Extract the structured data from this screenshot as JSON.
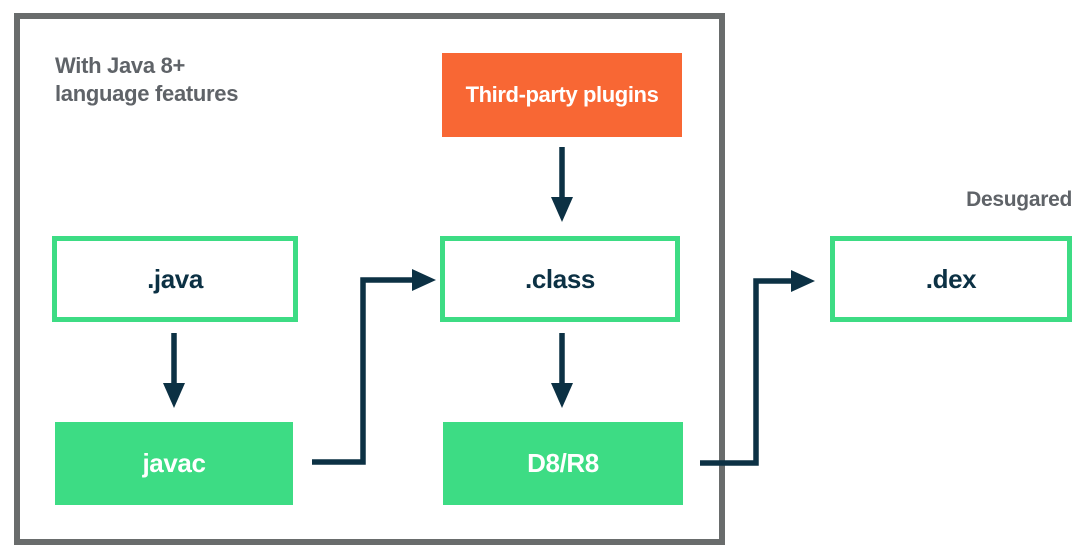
{
  "colors": {
    "android_green": "#3DDC84",
    "android_navy": "#0C3144",
    "android_orange": "#F86734",
    "frame_gray": "#696C6C",
    "label_gray": "#5F6368"
  },
  "annotations": {
    "note_line1": "With Java 8+",
    "note_line2": "language features",
    "desugared": "Desugared"
  },
  "nodes": {
    "third_party": {
      "label": "Third-party plugins",
      "type": "plugin"
    },
    "java": {
      "label": ".java",
      "type": "file"
    },
    "javac": {
      "label": "javac",
      "type": "tool"
    },
    "class": {
      "label": ".class",
      "type": "file"
    },
    "d8r8": {
      "label": "D8/R8",
      "type": "tool"
    },
    "dex": {
      "label": ".dex",
      "type": "file"
    }
  },
  "edges": [
    {
      "from": "java",
      "to": "javac"
    },
    {
      "from": "third_party",
      "to": "class"
    },
    {
      "from": "javac",
      "to": "class"
    },
    {
      "from": "class",
      "to": "d8r8"
    },
    {
      "from": "d8r8",
      "to": "dex"
    }
  ]
}
